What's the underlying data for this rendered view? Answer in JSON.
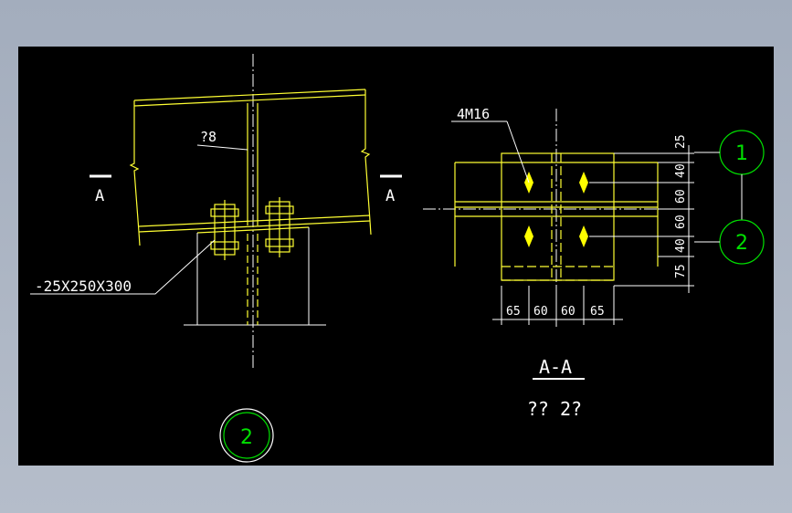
{
  "colors": {
    "background": "#000000",
    "frame": "#a9b3c2",
    "steel": "#ffff33",
    "annotation": "#ffffff",
    "callout": "#00e000",
    "bolt": "#ffff00"
  },
  "elevation": {
    "section_mark_left": "A",
    "section_mark_right": "A",
    "stiffener_label": "?8",
    "plate_label": "-25X250X300",
    "detail_number": "2"
  },
  "section": {
    "bolt_label": "4M16",
    "vertical_dims": [
      "25",
      "40",
      "60",
      "60",
      "40",
      "75"
    ],
    "horizontal_dims": [
      "65",
      "60",
      "60",
      "65"
    ],
    "callout_top": "1",
    "callout_bottom": "2",
    "title": "A-A",
    "subtitle": "?? 2?"
  }
}
